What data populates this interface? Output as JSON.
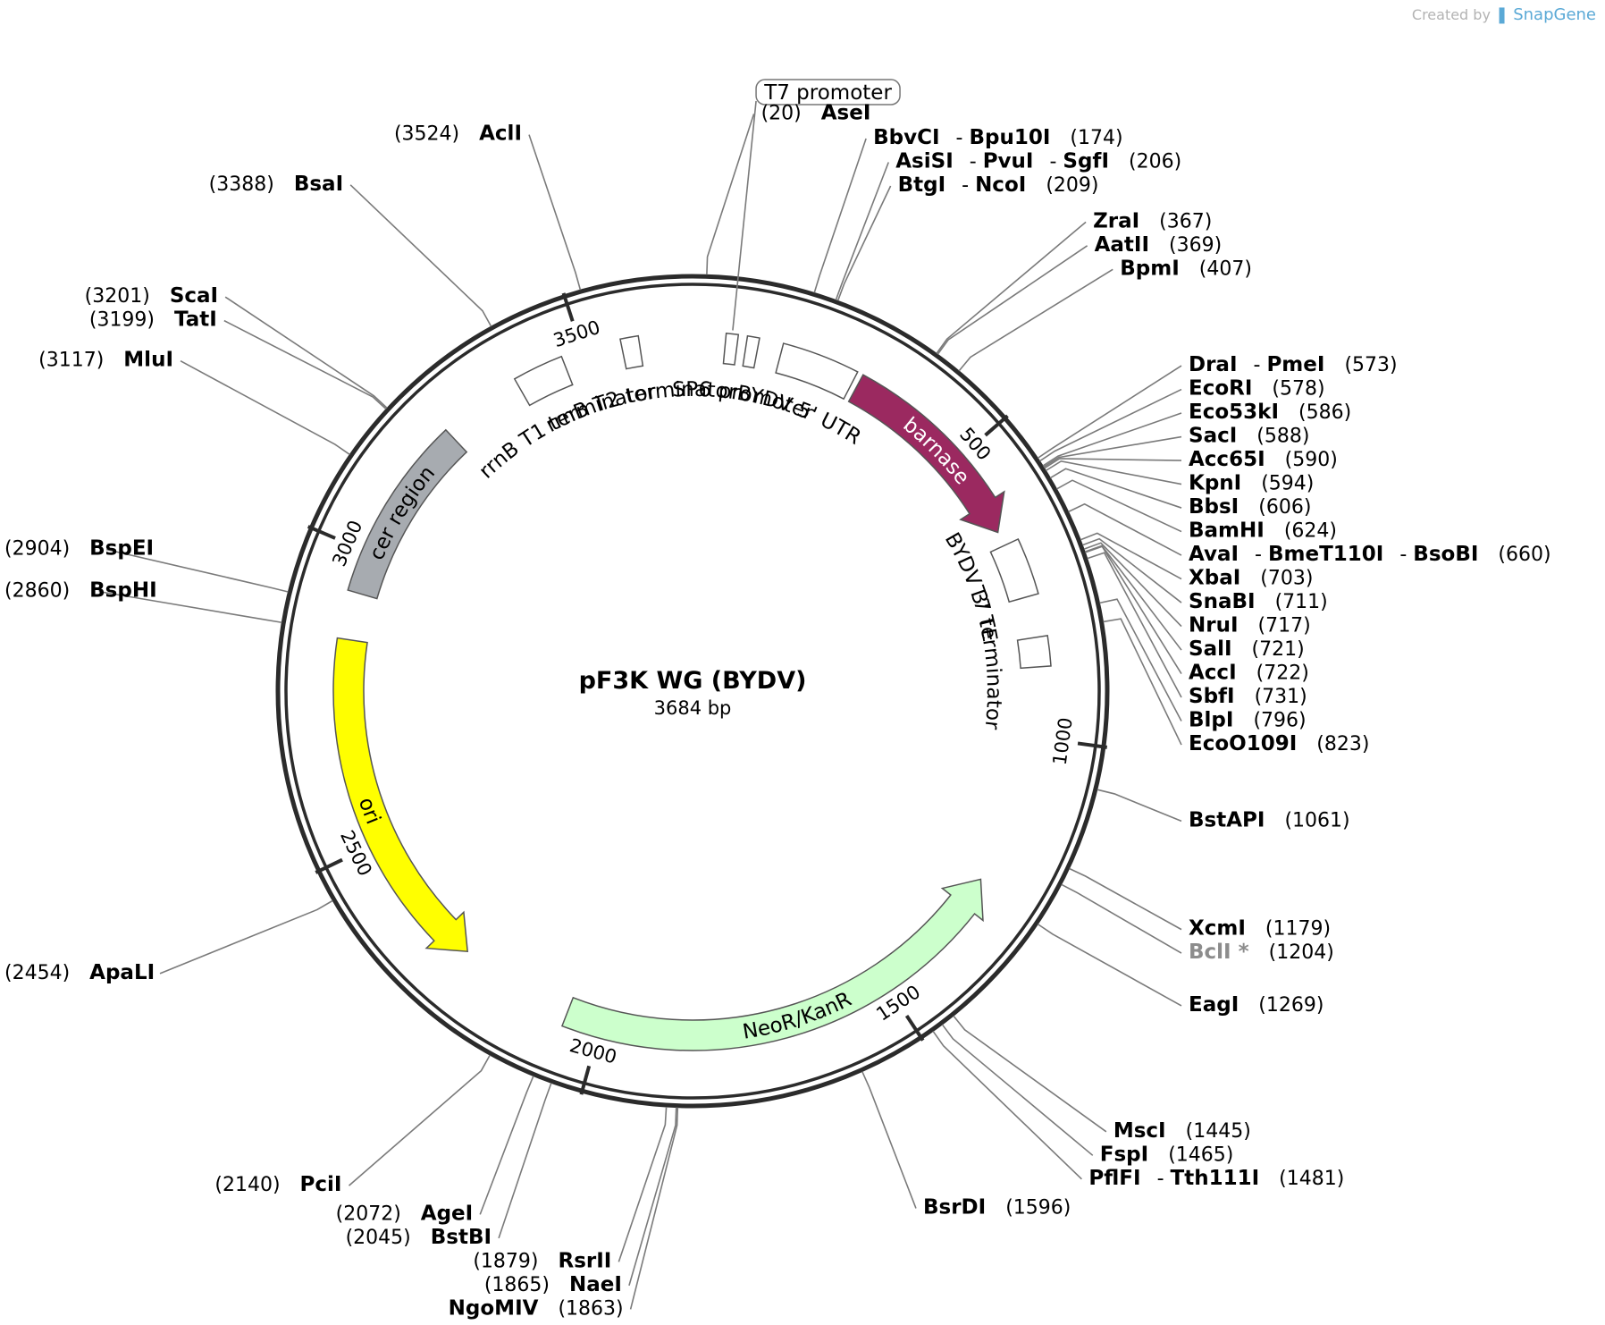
{
  "watermark": {
    "created_by": "Created by",
    "brand": "SnapGene"
  },
  "plasmid": {
    "name": "pF3K WG (BYDV)",
    "length_label": "3684 bp",
    "length": 3684
  },
  "ticks": [
    {
      "position": 500,
      "label": "500"
    },
    {
      "position": 1000,
      "label": "1000"
    },
    {
      "position": 1500,
      "label": "1500"
    },
    {
      "position": 2000,
      "label": "2000"
    },
    {
      "position": 2500,
      "label": "2500"
    },
    {
      "position": 3000,
      "label": "3000"
    },
    {
      "position": 3500,
      "label": "3500"
    }
  ],
  "features": [
    {
      "name": "barnase",
      "start": 290,
      "end": 640,
      "type": "arrow",
      "strand": 1,
      "color": "#9b2960",
      "text_color": "#ffffff",
      "label_side": "on"
    },
    {
      "name": "NeoR/KanR",
      "start": 1260,
      "end": 2060,
      "type": "arrow",
      "strand": -1,
      "color": "#ccffcc",
      "text_color": "#000000",
      "label_side": "on"
    },
    {
      "name": "ori",
      "start": 2260,
      "end": 2850,
      "type": "arrow",
      "strand": -1,
      "color": "#ffff00",
      "text_color": "#000000",
      "label_side": "on"
    },
    {
      "name": "cer region",
      "start": 2930,
      "end": 3240,
      "type": "box",
      "strand": 0,
      "color": "#a7abb0",
      "text_color": "#000000",
      "label_side": "on"
    },
    {
      "name": "BYDV 5' UTR",
      "start": 150,
      "end": 280,
      "type": "box",
      "strand": 0,
      "color": "#ffffff",
      "text_color": "#000000",
      "label_side": "in"
    },
    {
      "name": "SP6 promoter",
      "start": 90,
      "end": 110,
      "type": "arrow",
      "strand": 1,
      "color": "#ffffff",
      "text_color": "#000000",
      "label_side": "in"
    },
    {
      "name": "BYDV 3' TE",
      "start": 665,
      "end": 760,
      "type": "box",
      "strand": 0,
      "color": "#ffffff",
      "text_color": "#000000",
      "label_side": "in"
    },
    {
      "name": "T7 terminator",
      "start": 830,
      "end": 880,
      "type": "box",
      "strand": 0,
      "color": "#ffffff",
      "text_color": "#000000",
      "label_side": "in"
    },
    {
      "name": "rrnB T1 terminator",
      "start": 3380,
      "end": 3465,
      "type": "box",
      "strand": 0,
      "color": "#ffffff",
      "text_color": "#000000",
      "label_side": "in"
    },
    {
      "name": "rrnB T2 terminator",
      "start": 3565,
      "end": 3595,
      "type": "box",
      "strand": 0,
      "color": "#ffffff",
      "text_color": "#000000",
      "label_side": "in"
    },
    {
      "name": "T7 promoter",
      "start": 55,
      "end": 75,
      "type": "arrow",
      "strand": 1,
      "color": "#ffffff",
      "text_color": "#000000",
      "label_side": "out"
    }
  ],
  "sites": [
    {
      "parts": [
        "AseI"
      ],
      "pos": "(20)",
      "bp": 20,
      "pos_first": true
    },
    {
      "parts": [
        "AclI"
      ],
      "pos": "(3524)",
      "bp": 3524,
      "pos_first": true
    },
    {
      "parts": [
        "BsaI"
      ],
      "pos": "(3388)",
      "bp": 3388,
      "pos_first": true
    },
    {
      "parts": [
        "ScaI"
      ],
      "pos": "(3201)",
      "bp": 3201,
      "pos_first": true
    },
    {
      "parts": [
        "TatI"
      ],
      "pos": "(3199)",
      "bp": 3199,
      "pos_first": true
    },
    {
      "parts": [
        "MluI"
      ],
      "pos": "(3117)",
      "bp": 3117,
      "pos_first": true
    },
    {
      "parts": [
        "BspEI"
      ],
      "pos": "(2904)",
      "bp": 2904,
      "pos_first": true
    },
    {
      "parts": [
        "BspHI"
      ],
      "pos": "(2860)",
      "bp": 2860,
      "pos_first": true
    },
    {
      "parts": [
        "ApaLI"
      ],
      "pos": "(2454)",
      "bp": 2454,
      "pos_first": true
    },
    {
      "parts": [
        "PciI"
      ],
      "pos": "(2140)",
      "bp": 2140,
      "pos_first": true
    },
    {
      "parts": [
        "AgeI"
      ],
      "pos": "(2072)",
      "bp": 2072,
      "pos_first": true
    },
    {
      "parts": [
        "BstBI"
      ],
      "pos": "(2045)",
      "bp": 2045,
      "pos_first": true
    },
    {
      "parts": [
        "RsrII"
      ],
      "pos": "(1879)",
      "bp": 1879,
      "pos_first": true
    },
    {
      "parts": [
        "NaeI"
      ],
      "pos": "(1865)",
      "bp": 1865,
      "pos_first": true
    },
    {
      "parts": [
        "NgoMIV"
      ],
      "pos": "(1863)",
      "bp": 1863,
      "pos_first": false
    },
    {
      "parts": [
        "BbvCI",
        "Bpu10I"
      ],
      "pos": "(174)",
      "bp": 174,
      "pos_first": false
    },
    {
      "parts": [
        "AsiSI",
        "PvuI",
        "SgfI"
      ],
      "pos": "(206)",
      "bp": 206,
      "pos_first": false
    },
    {
      "parts": [
        "BtgI",
        "NcoI"
      ],
      "pos": "(209)",
      "bp": 209,
      "pos_first": false
    },
    {
      "parts": [
        "ZraI"
      ],
      "pos": "(367)",
      "bp": 367,
      "pos_first": false
    },
    {
      "parts": [
        "AatII"
      ],
      "pos": "(369)",
      "bp": 369,
      "pos_first": false
    },
    {
      "parts": [
        "BpmI"
      ],
      "pos": "(407)",
      "bp": 407,
      "pos_first": false
    },
    {
      "parts": [
        "DraI",
        "PmeI"
      ],
      "pos": "(573)",
      "bp": 573,
      "pos_first": false
    },
    {
      "parts": [
        "EcoRI"
      ],
      "pos": "(578)",
      "bp": 578,
      "pos_first": false
    },
    {
      "parts": [
        "Eco53kI"
      ],
      "pos": "(586)",
      "bp": 586,
      "pos_first": false
    },
    {
      "parts": [
        "SacI"
      ],
      "pos": "(588)",
      "bp": 588,
      "pos_first": false
    },
    {
      "parts": [
        "Acc65I"
      ],
      "pos": "(590)",
      "bp": 590,
      "pos_first": false
    },
    {
      "parts": [
        "KpnI"
      ],
      "pos": "(594)",
      "bp": 594,
      "pos_first": false
    },
    {
      "parts": [
        "BbsI"
      ],
      "pos": "(606)",
      "bp": 606,
      "pos_first": false
    },
    {
      "parts": [
        "BamHI"
      ],
      "pos": "(624)",
      "bp": 624,
      "pos_first": false
    },
    {
      "parts": [
        "AvaI",
        "BmeT110I",
        "BsoBI"
      ],
      "pos": "(660)",
      "bp": 660,
      "pos_first": false
    },
    {
      "parts": [
        "XbaI"
      ],
      "pos": "(703)",
      "bp": 703,
      "pos_first": false
    },
    {
      "parts": [
        "SnaBI"
      ],
      "pos": "(711)",
      "bp": 711,
      "pos_first": false
    },
    {
      "parts": [
        "NruI"
      ],
      "pos": "(717)",
      "bp": 717,
      "pos_first": false
    },
    {
      "parts": [
        "SalI"
      ],
      "pos": "(721)",
      "bp": 721,
      "pos_first": false
    },
    {
      "parts": [
        "AccI"
      ],
      "pos": "(722)",
      "bp": 722,
      "pos_first": false
    },
    {
      "parts": [
        "SbfI"
      ],
      "pos": "(731)",
      "bp": 731,
      "pos_first": false
    },
    {
      "parts": [
        "BlpI"
      ],
      "pos": "(796)",
      "bp": 796,
      "pos_first": false
    },
    {
      "parts": [
        "EcoO109I"
      ],
      "pos": "(823)",
      "bp": 823,
      "pos_first": false
    },
    {
      "parts": [
        "BstAPI"
      ],
      "pos": "(1061)",
      "bp": 1061,
      "pos_first": false
    },
    {
      "parts": [
        "XcmI"
      ],
      "pos": "(1179)",
      "bp": 1179,
      "pos_first": false
    },
    {
      "parts": [
        "BclI *"
      ],
      "pos": "(1204)",
      "bp": 1204,
      "pos_first": false,
      "gray": true
    },
    {
      "parts": [
        "EagI"
      ],
      "pos": "(1269)",
      "bp": 1269,
      "pos_first": false
    },
    {
      "parts": [
        "MscI"
      ],
      "pos": "(1445)",
      "bp": 1445,
      "pos_first": false
    },
    {
      "parts": [
        "FspI"
      ],
      "pos": "(1465)",
      "bp": 1465,
      "pos_first": false
    },
    {
      "parts": [
        "PflFI",
        "Tth111I"
      ],
      "pos": "(1481)",
      "bp": 1481,
      "pos_first": false
    },
    {
      "parts": [
        "BsrDI"
      ],
      "pos": "(1596)",
      "bp": 1596,
      "pos_first": false
    }
  ]
}
